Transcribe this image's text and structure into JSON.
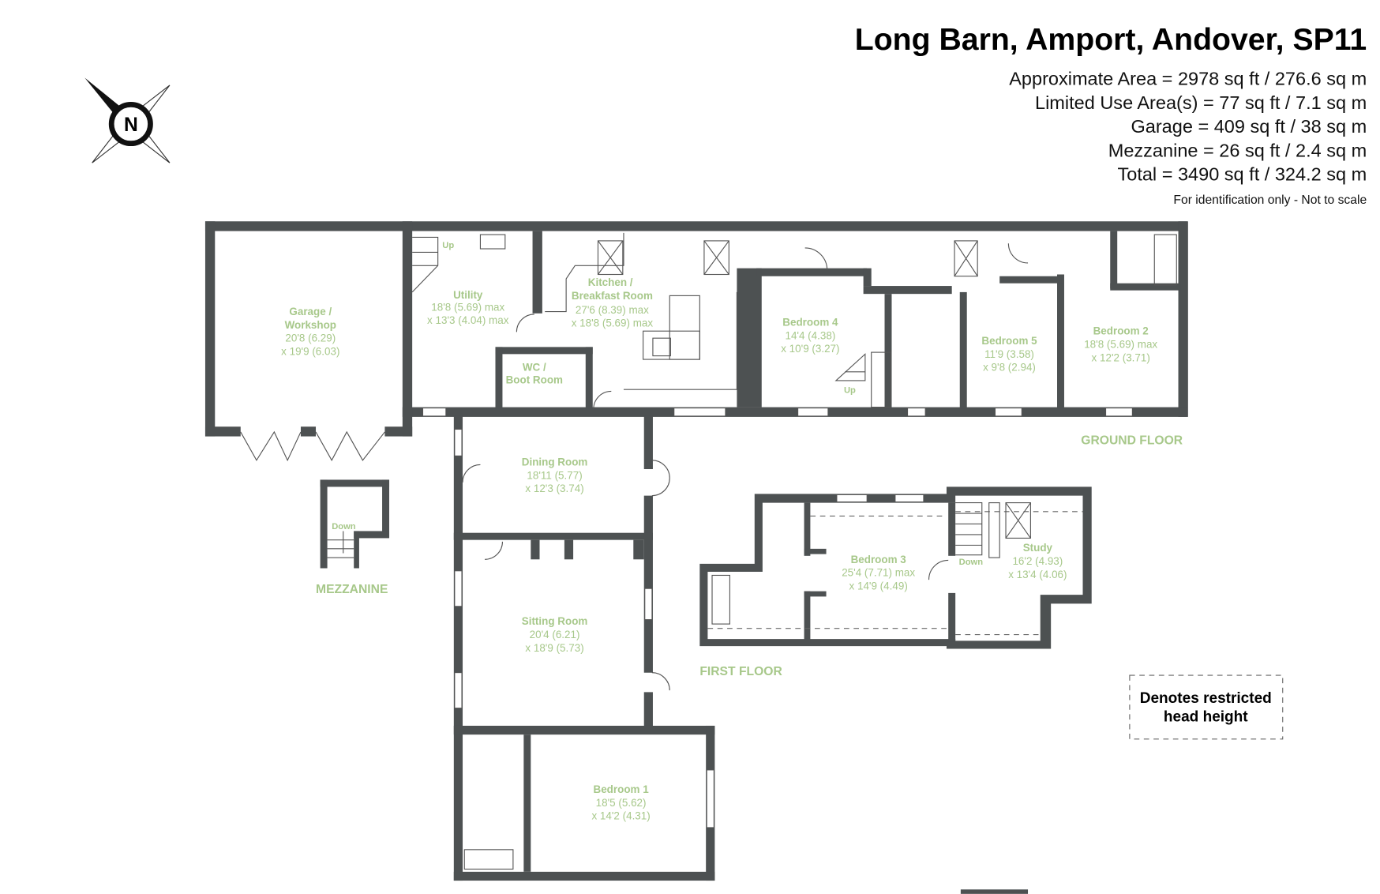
{
  "header": {
    "title": "Long Barn, Amport, Andover, SP11",
    "areas": [
      "Approximate Area = 2978 sq ft / 276.6 sq m",
      "Limited Use Area(s) = 77 sq ft / 7.1 sq m",
      "Garage = 409 sq ft / 38 sq m",
      "Mezzanine = 26 sq ft / 2.4 sq m",
      "Total = 3490 sq ft / 324.2 sq m"
    ],
    "note": "For identification only - Not to scale"
  },
  "compass": {
    "label": "N",
    "icon": "north-arrow-icon"
  },
  "floors": {
    "ground": "GROUND FLOOR",
    "first": "FIRST FLOOR",
    "mezzanine": "MEZZANINE"
  },
  "rooms": {
    "garage": {
      "name1": "Garage /",
      "name2": "Workshop",
      "dim1": "20'8 (6.29)",
      "dim2": "x 19'9 (6.03)"
    },
    "utility": {
      "name": "Utility",
      "dim1": "18'8 (5.69) max",
      "dim2": "x 13'3 (4.04) max"
    },
    "kitchen": {
      "name1": "Kitchen /",
      "name2": "Breakfast Room",
      "dim1": "27'6 (8.39) max",
      "dim2": "x 18'8 (5.69) max"
    },
    "wc": {
      "name1": "WC /",
      "name2": "Boot Room"
    },
    "bedroom4": {
      "name": "Bedroom 4",
      "dim1": "14'4 (4.38)",
      "dim2": "x 10'9 (3.27)"
    },
    "bedroom5": {
      "name": "Bedroom 5",
      "dim1": "11'9 (3.58)",
      "dim2": "x 9'8 (2.94)"
    },
    "bedroom2": {
      "name": "Bedroom 2",
      "dim1": "18'8 (5.69) max",
      "dim2": "x 12'2 (3.71)"
    },
    "dining": {
      "name": "Dining Room",
      "dim1": "18'11 (5.77)",
      "dim2": "x 12'3 (3.74)"
    },
    "sitting": {
      "name": "Sitting Room",
      "dim1": "20'4 (6.21)",
      "dim2": "x 18'9 (5.73)"
    },
    "bedroom1": {
      "name": "Bedroom 1",
      "dim1": "18'5 (5.62)",
      "dim2": "x 14'2 (4.31)"
    },
    "bedroom3": {
      "name": "Bedroom 3",
      "dim1": "25'4 (7.71) max",
      "dim2": "x 14'9 (4.49)"
    },
    "study": {
      "name": "Study",
      "dim1": "16'2 (4.93)",
      "dim2": "x 13'4 (4.06)"
    }
  },
  "stairs": {
    "up": "Up",
    "down": "Down"
  },
  "legend": {
    "line1": "Denotes restricted",
    "line2": "head height"
  },
  "colors": {
    "wall": "#4d5152",
    "label": "#a7c88a"
  }
}
